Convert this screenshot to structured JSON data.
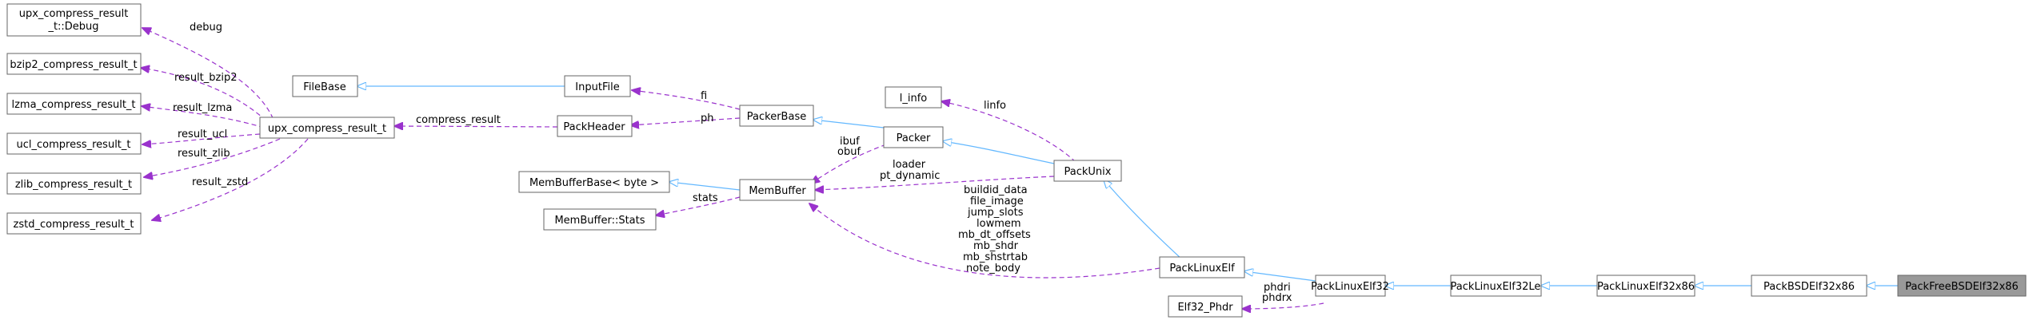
{
  "nodes": {
    "debug": [
      "upx_compress_result",
      "_t::Debug"
    ],
    "bzip2": "bzip2_compress_result_t",
    "lzma": "lzma_compress_result_t",
    "ucl": "ucl_compress_result_t",
    "zlib": "zlib_compress_result_t",
    "zstd": "zstd_compress_result_t",
    "upx_result": "upx_compress_result_t",
    "filebase": "FileBase",
    "inputfile": "InputFile",
    "packheader": "PackHeader",
    "packerbase": "PackerBase",
    "membufferbase": "MemBufferBase< byte >",
    "membufferstats": "MemBuffer::Stats",
    "membuffer": "MemBuffer",
    "linfo": "l_info",
    "packer": "Packer",
    "packunix": "PackUnix",
    "packlinuxelf": "PackLinuxElf",
    "elf32phdr": "Elf32_Phdr",
    "packlinuxelf32": "PackLinuxElf32",
    "packlinuxelf32le": "PackLinuxElf32Le",
    "packlinuxelf32x86": "PackLinuxElf32x86",
    "packbsdelf32x86": "PackBSDElf32x86",
    "packfreebsdelf32x86": "PackFreeBSDElf32x86"
  },
  "edge_labels": {
    "debug": "debug",
    "result_bzip2": "result_bzip2",
    "result_lzma": "result_lzma",
    "result_ucl": "result_ucl",
    "result_zlib": "result_zlib",
    "result_zstd": "result_zstd",
    "compress_result": "compress_result",
    "fi": "fi",
    "ph": "ph",
    "ibuf_obuf": [
      "ibuf",
      "obuf"
    ],
    "stats": "stats",
    "linfo": "linfo",
    "loader_ptdynamic": [
      "loader",
      "pt_dynamic"
    ],
    "elf_buffers": [
      "buildid_data",
      "file_image",
      "jump_slots",
      "lowmem",
      "mb_dt_offsets",
      "mb_shdr",
      "mb_shstrtab",
      "note_body"
    ],
    "phdri_phdrx": [
      "phdri",
      "phdrx"
    ]
  },
  "colors": {
    "inheritance": "#63b8ff",
    "usage": "#9a32cd",
    "focus_fill": "#999999",
    "node_border": "#666666"
  }
}
